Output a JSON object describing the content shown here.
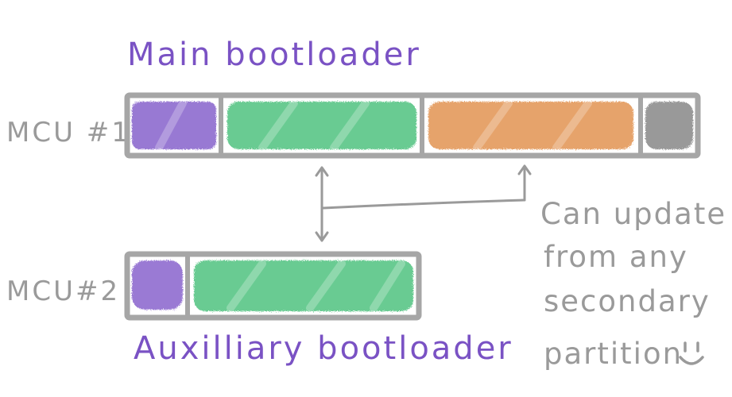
{
  "labels": {
    "main_bootloader": "Main bootloader",
    "mcu1": "MCU #1",
    "mcu2": "MCU#2",
    "aux_bootloader": "Auxilliary bootloader"
  },
  "note": {
    "line1": "Can update",
    "line2": "from any",
    "line3": "secondary",
    "line4": "partition"
  },
  "colors": {
    "purple": "#8f6ccf",
    "green": "#4fc27f",
    "orange": "#e3995b",
    "gray": "#8e8e8e",
    "frame": "#a6a6a6",
    "title_text": "#7a52c4",
    "label_text": "#9a9a9a"
  },
  "icons": {
    "smiley": "smiley-face-icon"
  }
}
